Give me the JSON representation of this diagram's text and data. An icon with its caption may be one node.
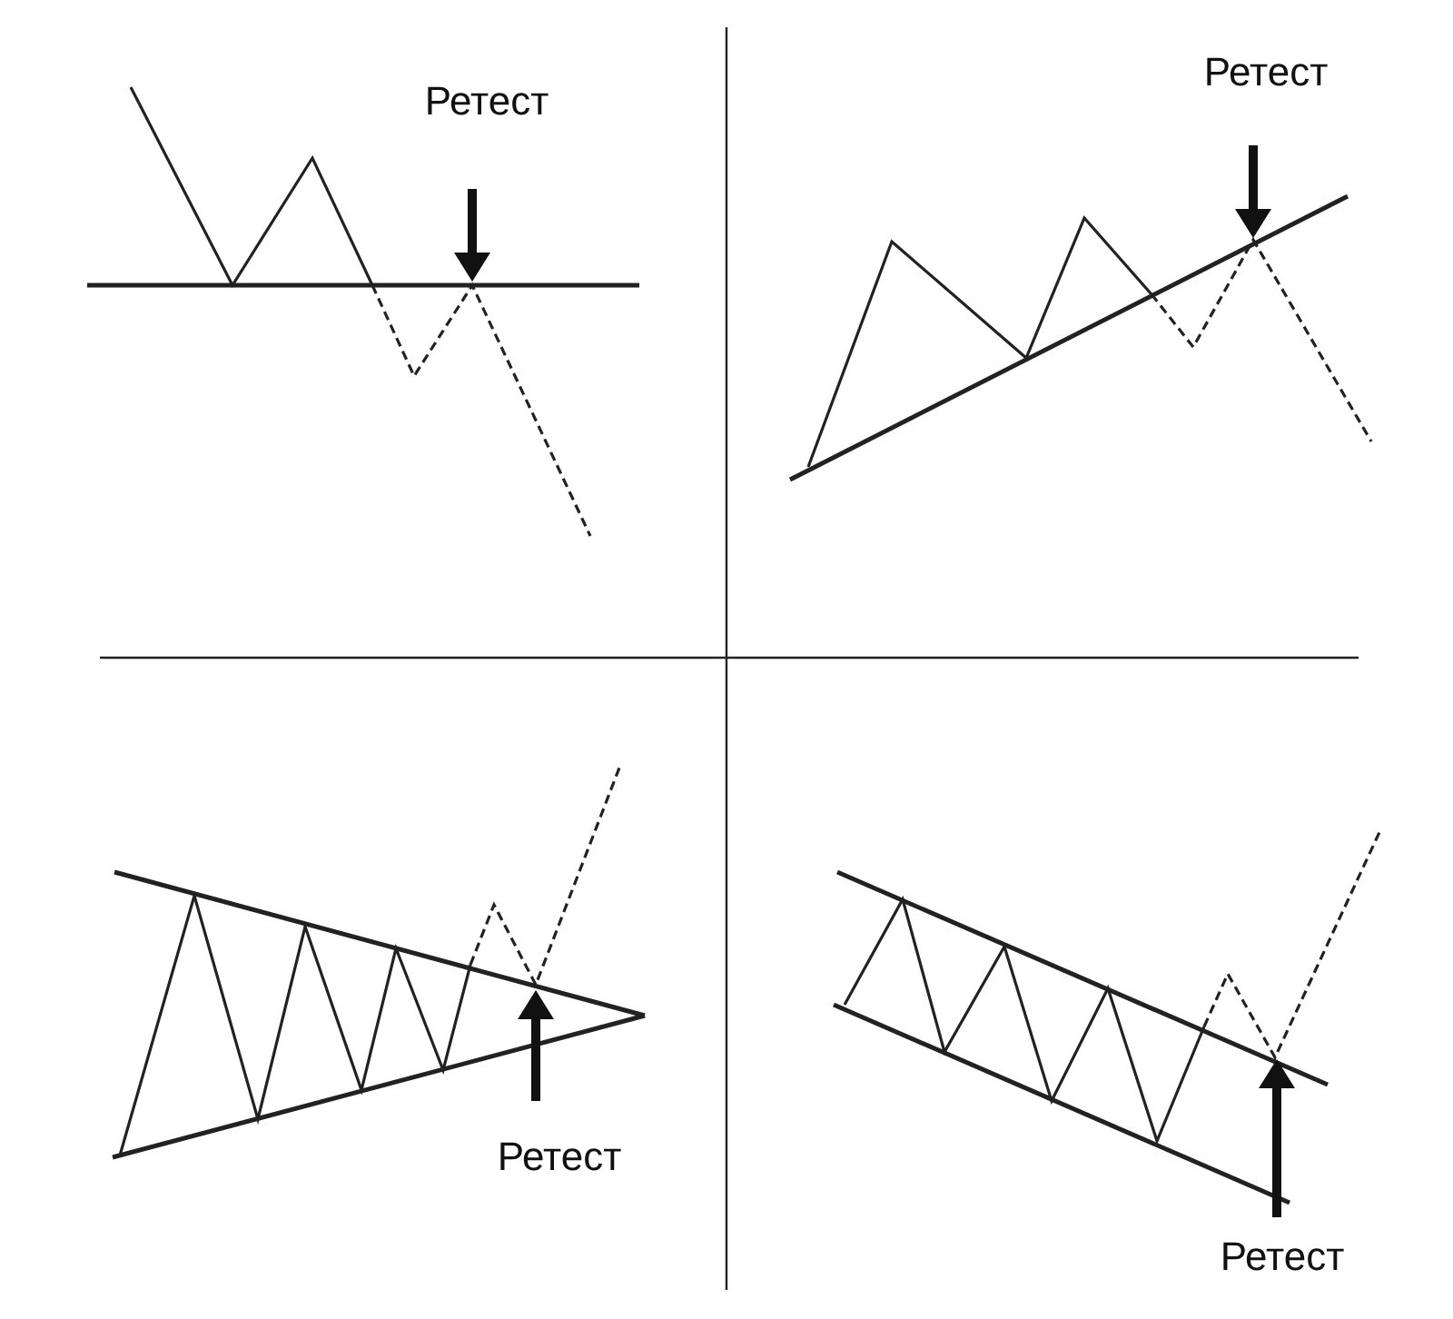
{
  "diagram": {
    "labels": [
      "Ретест",
      "Ретест",
      "Ретест",
      "Ретест"
    ]
  }
}
